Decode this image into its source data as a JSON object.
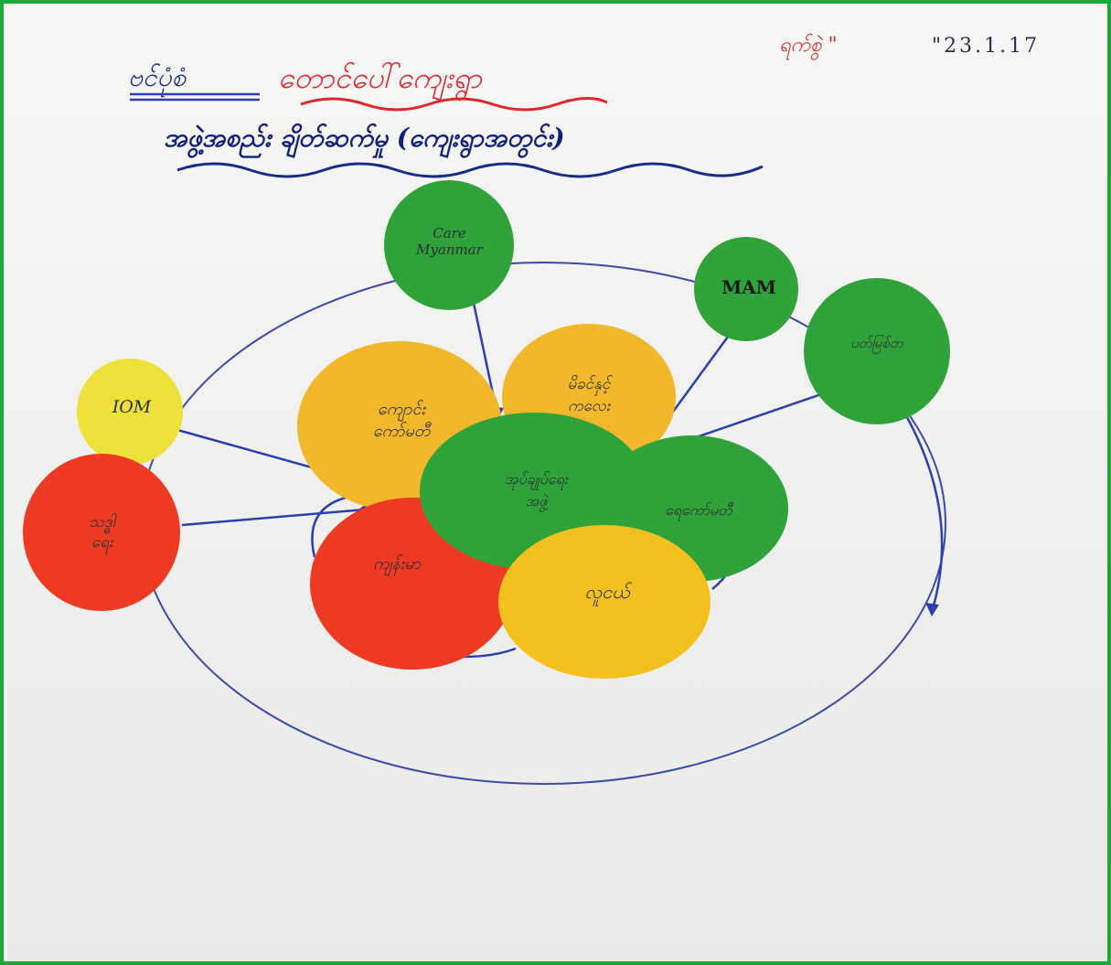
{
  "header": {
    "title_prefix": "ဗင်ပုံစံ",
    "title_main": "တောင်ပေါ်ကျေးရွာ",
    "subtitle": "အဖွဲ့အစည်း ချိတ်ဆက်မှု (ကျေးရွာအတွင်း)",
    "date_label": "ရက်စွဲ \"",
    "date_value": "\"23.1.17"
  },
  "colors": {
    "green": "#2fa23a",
    "yellow": "#f4c01f",
    "orange": "#f2b82c",
    "red": "#ee3a22",
    "pen_blue": "#2c3fae",
    "title_red": "#e0262e",
    "border": "#1fa83a"
  },
  "nodes": [
    {
      "id": "care-myanmar",
      "label": "Care\nMyanmar",
      "color": "green"
    },
    {
      "id": "mam",
      "label": "MAM",
      "color": "green"
    },
    {
      "id": "patmyit",
      "label": "ပတ်မြစ်တ",
      "color": "green"
    },
    {
      "id": "iom",
      "label": "IOM",
      "color": "yellow"
    },
    {
      "id": "thaddhaw",
      "label": "သဒ္ဓါ\nရေး",
      "color": "red"
    },
    {
      "id": "school-committee",
      "label": "ကျောင်း\nကော်မတီ",
      "color": "orange"
    },
    {
      "id": "mothers",
      "label": "မိခင်နှင့်\nကလေး",
      "color": "orange"
    },
    {
      "id": "village-admin",
      "label": "အုပ်ချုပ်ရေး\nအဖွဲ့",
      "color": "green"
    },
    {
      "id": "water-committee",
      "label": "ရေကော်မတီ",
      "color": "green"
    },
    {
      "id": "health",
      "label": "ကျန်းမာ",
      "color": "red"
    },
    {
      "id": "youth",
      "label": "လူငယ်",
      "color": "yellow"
    }
  ]
}
